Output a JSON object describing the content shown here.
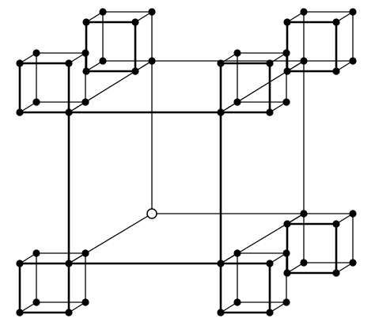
{
  "diagram": {
    "description_free": true,
    "line_color": "#000000",
    "vertex_color": "#000000",
    "hidden_vertex_fill": "#ffffff",
    "background": "#ffffff",
    "main_cube": {
      "front_face": "thick",
      "hidden_vertex": "open-circle"
    },
    "sub_cube_count": 8,
    "vertices_per_cube": 8
  }
}
